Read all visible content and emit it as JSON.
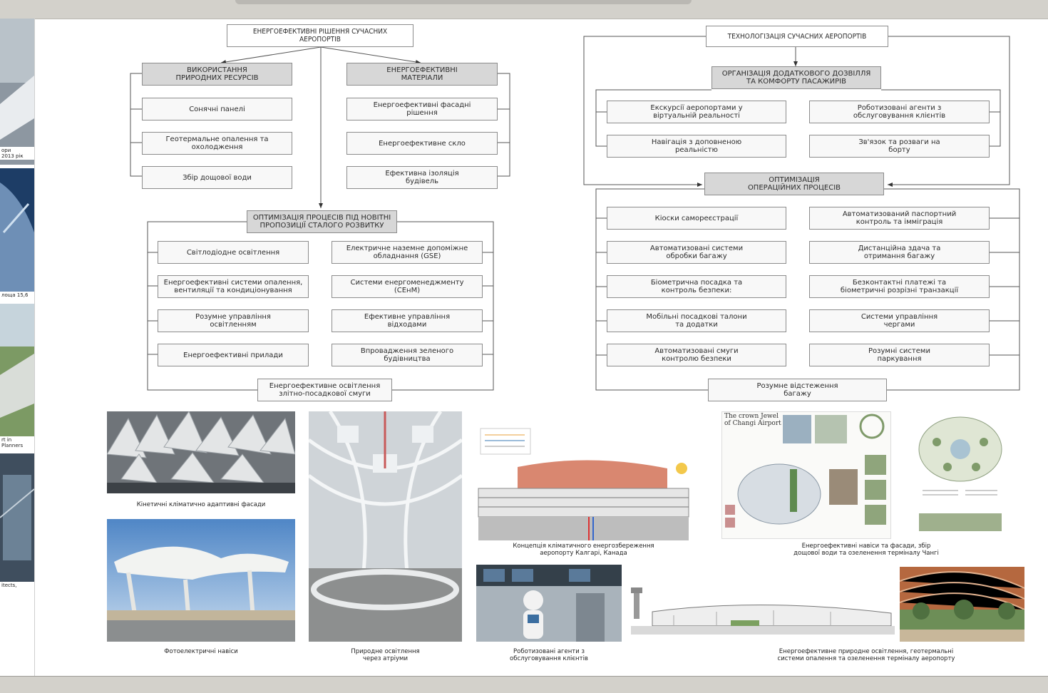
{
  "left_diagram": {
    "title": "ЕНЕРГОЕФЕКТИВНІ РІШЕННЯ СУЧАСНИХ\nАЕРОПОРТІВ",
    "natural_resources": {
      "header": "ВИКОРИСТАННЯ\nПРИРОДНИХ РЕСУРСІВ",
      "items": [
        "Сонячні панелі",
        "Геотермальне опалення та\nохолодження",
        "Збір дощової води"
      ]
    },
    "materials": {
      "header": "ЕНЕРГОЕФЕКТИВНІ\nМАТЕРІАЛИ",
      "items": [
        "Енергоефективні фасадні\nрішення",
        "Енергоефективне скло",
        "Ефективна ізоляція\nбудівель"
      ]
    },
    "optimization": {
      "header": "ОПТИМІЗАЦІЯ ПРОЦЕСІВ ПІД НОВІТНІ\nПРОПОЗИЦІЇ СТАЛОГО РОЗВИТКУ",
      "left_items": [
        "Світлодіодне освітлення",
        "Енергоефективні системи опалення,\nвентиляції та кондиціонування",
        "Розумне управління\nосвітленням",
        "Енергоефективні прилади"
      ],
      "right_items": [
        "Електричне наземне допоміжне\nобладнання (GSE)",
        "Системи енергоменеджменту\n(СЕнМ)",
        "Ефективне управління\nвідходами",
        "Впровадження зеленого\nбудівництва"
      ],
      "footer": "Енергоефективне освітлення\nзлітно-посадкової смуги"
    }
  },
  "right_diagram": {
    "title": "ТЕХНОЛОГІЗАЦІЯ СУЧАСНИХ АЕРОПОРТІВ",
    "leisure": {
      "header": "ОРГАНІЗАЦІЯ ДОДАТКОВОГО ДОЗВІЛЛЯ\nТА КОМФОРТУ ПАСАЖИРІВ",
      "items": [
        "Екскурсії аеропортами у\nвіртуальній реальності",
        "Роботизовані агенти з\nобслуговування клієнтів",
        "Навігація з доповненою\nреальністю",
        "Зв'язок та розваги на\nборту"
      ]
    },
    "operations": {
      "header": "ОПТИМІЗАЦІЯ\nОПЕРАЦІЙНИХ ПРОЦЕСІВ",
      "left_items": [
        "Кіоски самореєстрації",
        "Автоматизовані системи\nобробки багажу",
        "Біометрична посадка та\nконтроль безпеки:",
        "Мобільні посадкові талони\nта додатки",
        "Автоматизовані смуги\nконтролю безпеки"
      ],
      "right_items": [
        "Автоматизований паспортний\nконтроль та імміграція",
        "Дистанційна здача та\nотримання багажу",
        "Безконтактні платежі та\nбіометричні розрізні транзакції",
        "Системи управління\nчергами",
        "Розумні системи\nпаркування"
      ],
      "footer": "Розумне відстеження\nбагажу"
    }
  },
  "captions": {
    "kinetic_facade": "Кінетичні кліматично адаптивні фасади",
    "pv_canopies": "Фотоелектричні навіси",
    "natural_light_atrium": "Природне освітлення\nчерез атріуми",
    "calgary": "Концепція кліматичного енергозбереження\nаеропорту Калгарі, Канада",
    "robot_agents": "Роботизовані агенти з\nобслуговування клієнтів",
    "changi": "Енергоефективні навіси та фасади, збір\nдощової води та озеленення терміналу Чангі",
    "terminal": "Енергоефективне природне освітлення, геотермальні\nсистеми опалення та озеленення терміналу аеропорту"
  },
  "changi_doc_heading": "The crown Jewel\nof Changi Airport",
  "left_strip_captions": [
    "ори\n2013 рік",
    "лоща 15,6",
    "rt in\nPlanners",
    "itects,"
  ],
  "colors": {
    "box_fill": "#f8f8f8",
    "header_fill": "#d7d7d7",
    "border": "#8c8c8c",
    "background": "#d6d4cf"
  }
}
